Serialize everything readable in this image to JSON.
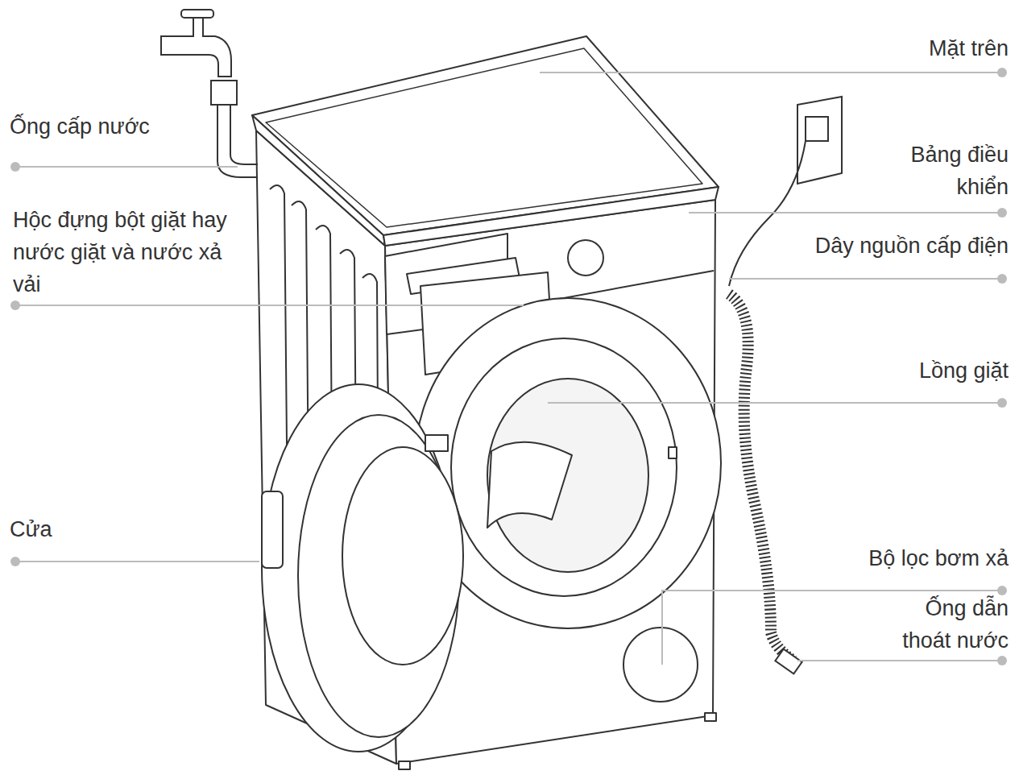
{
  "diagram": {
    "labels": [
      "Mặt trên",
      "Ống cấp nước",
      "Bảng điều khiển",
      "Hộc đựng bột giặt hay nước giặt và nước xả vải",
      "Dây nguồn cấp điện",
      "Lồng giặt",
      "Cửa",
      "Bộ lọc bơm xả",
      "Ống dẫn thoát nước"
    ]
  }
}
